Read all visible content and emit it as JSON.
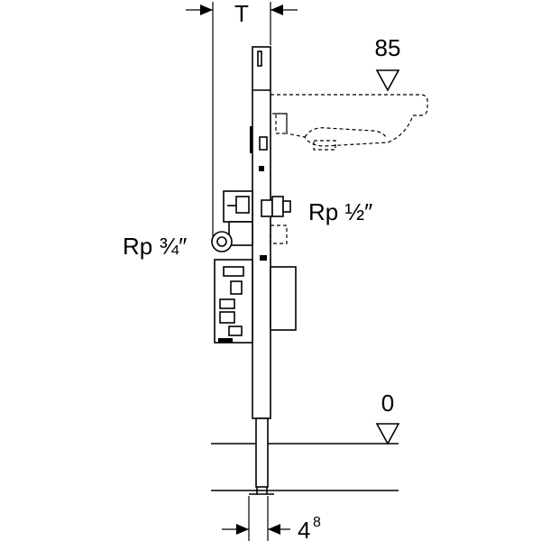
{
  "labels": {
    "t": "T",
    "level_top": "85",
    "level_bottom": "0",
    "rp_half": "Rp ½″",
    "rp_three_quarter": "Rp ¾″",
    "dim_bottom": "4",
    "dim_bottom_sup": "8"
  }
}
